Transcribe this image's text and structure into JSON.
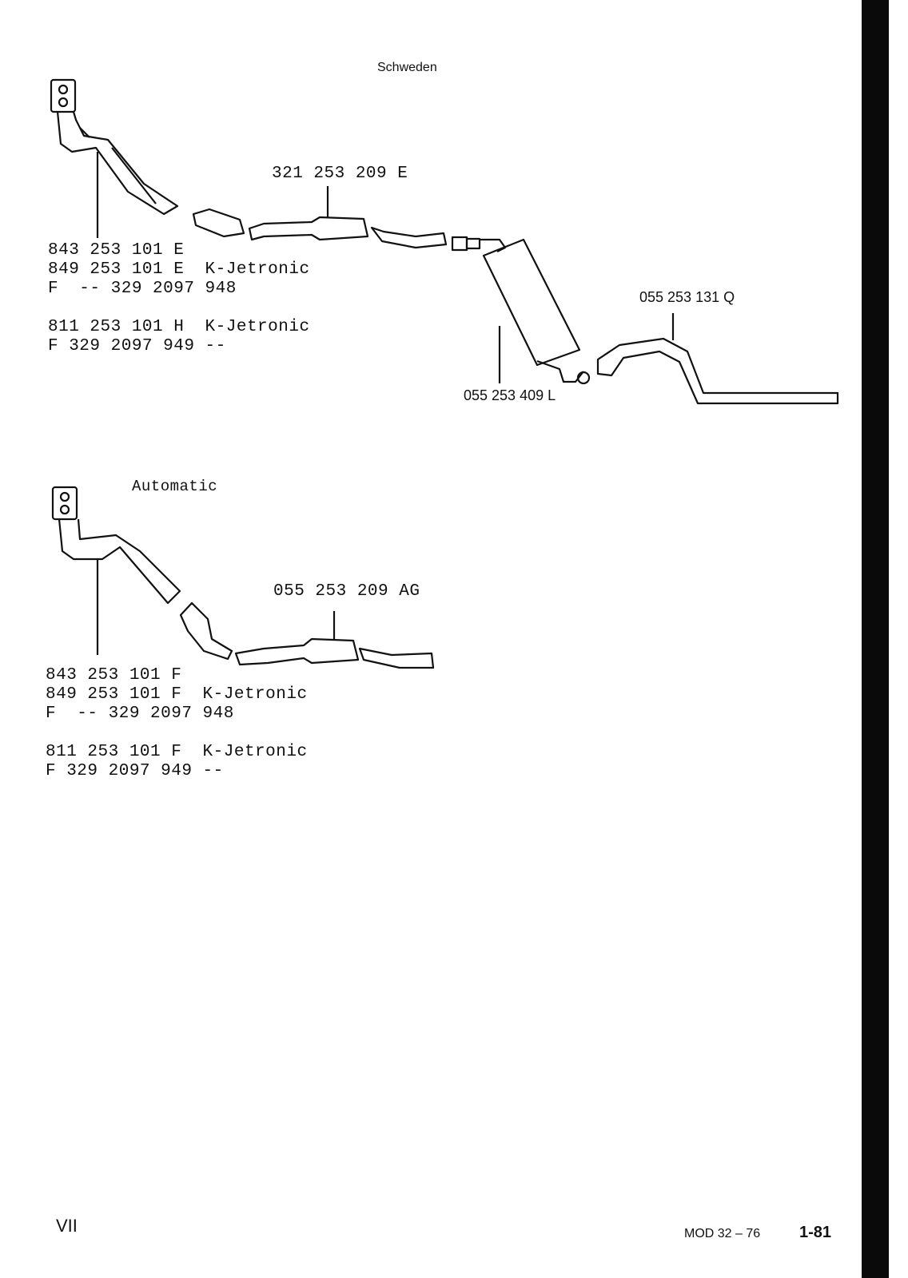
{
  "section1": {
    "title": "Schweden",
    "labels": {
      "front_pipe_top": "321 253 209 E",
      "rear_pipe": "055 253 131 Q",
      "rear_muffler": "055 253 409 L"
    },
    "parts": [
      "843 253 101 E",
      "849 253 101 E  K-Jetronic",
      "F  -- 329 2097 948",
      "811 253 101 H  K-Jetronic",
      "F 329 2097 949 --"
    ]
  },
  "section2": {
    "title": "Automatic",
    "labels": {
      "muffler": "055 253 209 AG"
    },
    "parts": [
      "843 253 101 F",
      "849 253 101 F  K-Jetronic",
      "F  -- 329 2097 948",
      "811 253 101 F  K-Jetronic",
      "F 329 2097 949 --"
    ]
  },
  "footer": {
    "section": "VII",
    "model": "MOD 32 – 76",
    "page": "1-81"
  }
}
